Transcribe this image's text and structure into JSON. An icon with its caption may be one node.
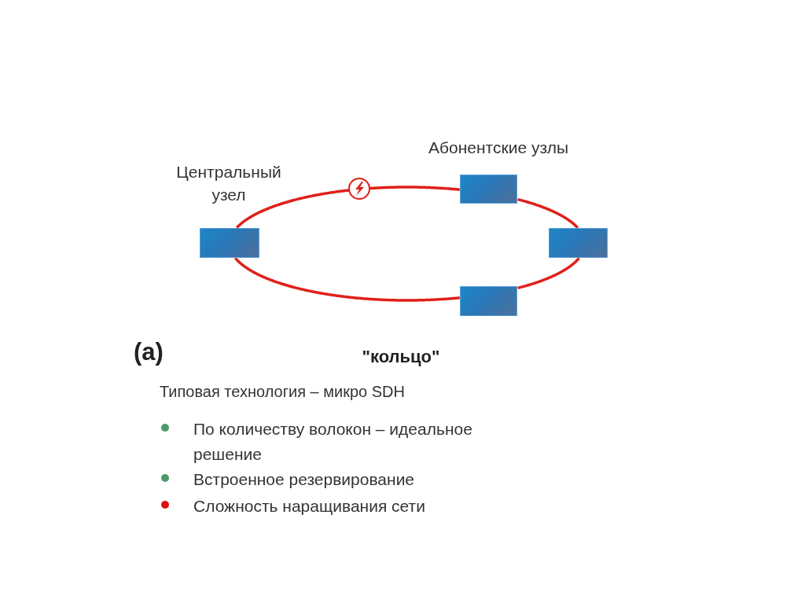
{
  "diagram": {
    "nodes": [
      {
        "text": [],
        "shape": "box",
        "beside": [
          "Центральный узел"
        ]
      },
      {
        "text": [],
        "shape": "box"
      },
      {
        "text": [],
        "shape": "box"
      },
      {
        "text": [],
        "shape": "box"
      }
    ],
    "edges": [
      {
        "from": 0,
        "to": 1,
        "arrow": "none"
      },
      {
        "from": 1,
        "to": 2,
        "arrow": "none"
      },
      {
        "from": 2,
        "to": 3,
        "arrow": "none"
      },
      {
        "from": 3,
        "to": 0,
        "arrow": "none"
      }
    ],
    "labels": [
      "Абонентские узлы",
      "(a)",
      "\"кольцо\"",
      "Типовая технология – микро SDH"
    ],
    "legend": [
      {
        "text": "По количеству волокон – идеальное решение",
        "color": "#4a9a6a"
      },
      {
        "text": "Встроенное резервирование",
        "color": "#4a9a6a"
      },
      {
        "text": "Сложность наращивания сети",
        "color": "#e01010"
      }
    ]
  }
}
